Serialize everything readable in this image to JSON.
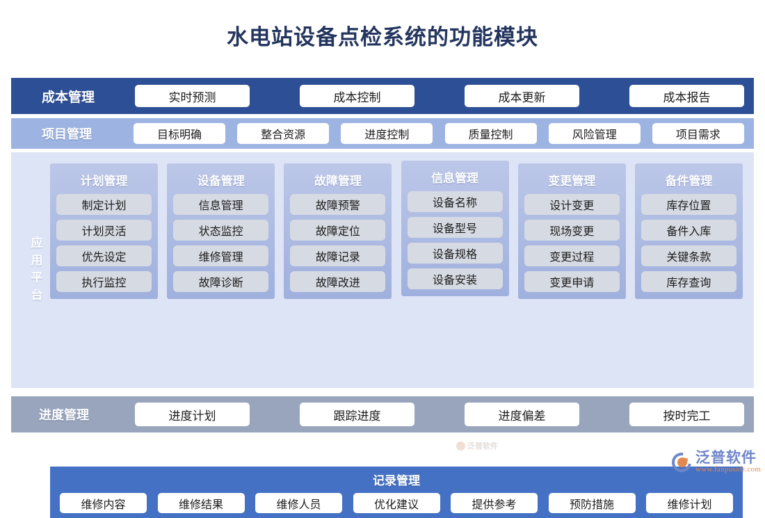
{
  "title": "水电站设备点检系统的功能模块",
  "cost_row": {
    "label": "成本管理",
    "items": [
      "实时预测",
      "成本控制",
      "成本更新",
      "成本报告"
    ]
  },
  "project_row": {
    "label": "项目管理",
    "items": [
      "目标明确",
      "整合资源",
      "进度控制",
      "质量控制",
      "风险管理",
      "项目需求"
    ]
  },
  "platform": {
    "label": "应用平台",
    "columns": [
      {
        "title": "计划管理",
        "items": [
          "制定计划",
          "计划灵活",
          "优先设定",
          "执行监控"
        ]
      },
      {
        "title": "设备管理",
        "items": [
          "信息管理",
          "状态监控",
          "维修管理",
          "故障诊断"
        ]
      },
      {
        "title": "故障管理",
        "items": [
          "故障预警",
          "故障定位",
          "故障记录",
          "故障改进"
        ]
      },
      {
        "title": "信息管理",
        "items": [
          "设备名称",
          "设备型号",
          "设备规格",
          "设备安装"
        ]
      },
      {
        "title": "变更管理",
        "items": [
          "设计变更",
          "现场变更",
          "变更过程",
          "变更申请"
        ]
      },
      {
        "title": "备件管理",
        "items": [
          "库存位置",
          "备件入库",
          "关键条款",
          "库存查询"
        ]
      }
    ],
    "record": {
      "title": "记录管理",
      "items": [
        "维修内容",
        "维修结果",
        "维修人员",
        "优化建议",
        "提供参考",
        "预防措施",
        "维修计划"
      ]
    }
  },
  "schedule_row": {
    "label": "进度管理",
    "items": [
      "进度计划",
      "跟踪进度",
      "进度偏差",
      "按时完工"
    ]
  },
  "watermark": {
    "text": "泛普软件"
  },
  "logo": {
    "name": "泛普软件",
    "url": "www.fanpusoft.com"
  },
  "colors": {
    "title": "#23355e",
    "cost_band": "#2d4f96",
    "project_band": "#9db4e2",
    "platform_panel": "#dde4f5",
    "column_card": "#a9b8e2",
    "column_item": "#d6dae2",
    "record_band": "#4571c4",
    "schedule_band": "#98a5bc",
    "pill": "#ffffff",
    "logo_blue": "#6f86c9",
    "logo_orange": "#e3884f"
  }
}
